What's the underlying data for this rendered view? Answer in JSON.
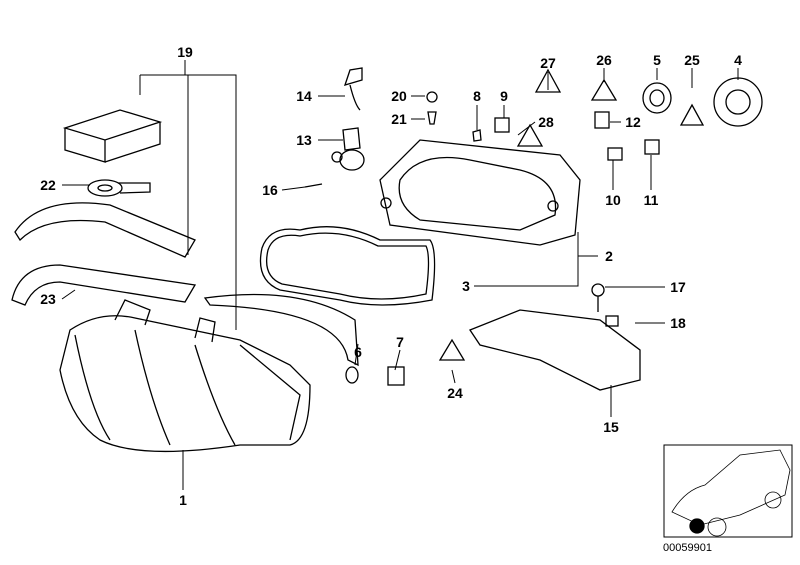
{
  "diagram": {
    "callouts": [
      "19",
      "22",
      "23",
      "1",
      "14",
      "13",
      "16",
      "20",
      "21",
      "8",
      "9",
      "27",
      "28",
      "26",
      "12",
      "5",
      "25",
      "4",
      "10",
      "11",
      "2",
      "3",
      "6",
      "7",
      "24",
      "17",
      "18",
      "15"
    ],
    "thumbnail_code": "00059901",
    "colors": {
      "line": "#000000",
      "background": "#ffffff",
      "highlight": "#000000"
    }
  }
}
